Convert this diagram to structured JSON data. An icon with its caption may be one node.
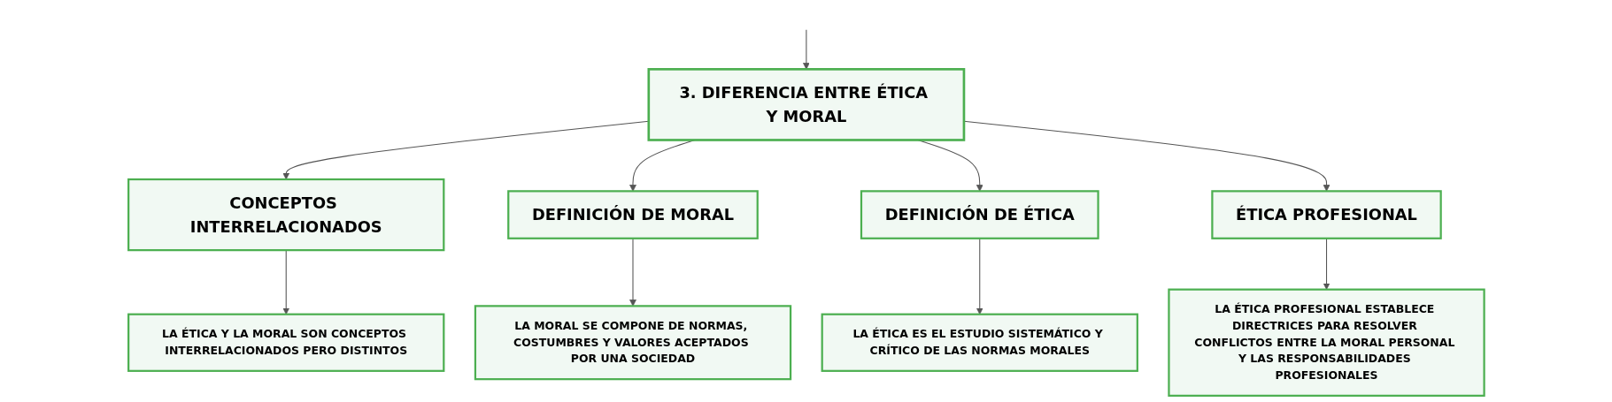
{
  "diagram": {
    "nodes": [
      {
        "text": [
          "3. DIFERENCIA ENTRE ÉTICA Y MORAL"
        ]
      },
      {
        "text": [
          "CONCEPTOS INTERRELACIONADOS"
        ]
      },
      {
        "text": [
          "DEFINICIÓN DE MORAL"
        ]
      },
      {
        "text": [
          "DEFINICIÓN DE ÉTICA"
        ]
      },
      {
        "text": [
          "ÉTICA PROFESIONAL"
        ]
      },
      {
        "text": [
          "LA ÉTICA Y LA MORAL SON CONCEPTOS INTERRELACIONADOS PERO DISTINTOS"
        ]
      },
      {
        "text": [
          "LA MORAL SE COMPONE DE NORMAS, COSTUMBRES Y VALORES ACEPTADOS POR UNA SOCIEDAD"
        ]
      },
      {
        "text": [
          "LA ÉTICA ES EL ESTUDIO SISTEMÁTICO Y CRÍTICO DE LAS NORMAS MORALES"
        ]
      },
      {
        "text": [
          "LA ÉTICA PROFESIONAL ESTABLECE DIRECTRICES PARA RESOLVER CONFLICTOS ENTRE LA MORAL PERSONAL Y LAS RESPONSABILIDADES PROFESIONALES"
        ]
      }
    ],
    "edges": [
      {
        "from": null,
        "to": 0,
        "arrow": "to"
      },
      {
        "from": 0,
        "to": 1,
        "arrow": "to"
      },
      {
        "from": 0,
        "to": 2,
        "arrow": "to"
      },
      {
        "from": 0,
        "to": 3,
        "arrow": "to"
      },
      {
        "from": 0,
        "to": 4,
        "arrow": "to"
      },
      {
        "from": 1,
        "to": 5,
        "arrow": "to"
      },
      {
        "from": 2,
        "to": 6,
        "arrow": "to"
      },
      {
        "from": 3,
        "to": 7,
        "arrow": "to"
      },
      {
        "from": 4,
        "to": 8,
        "arrow": "to"
      }
    ]
  }
}
